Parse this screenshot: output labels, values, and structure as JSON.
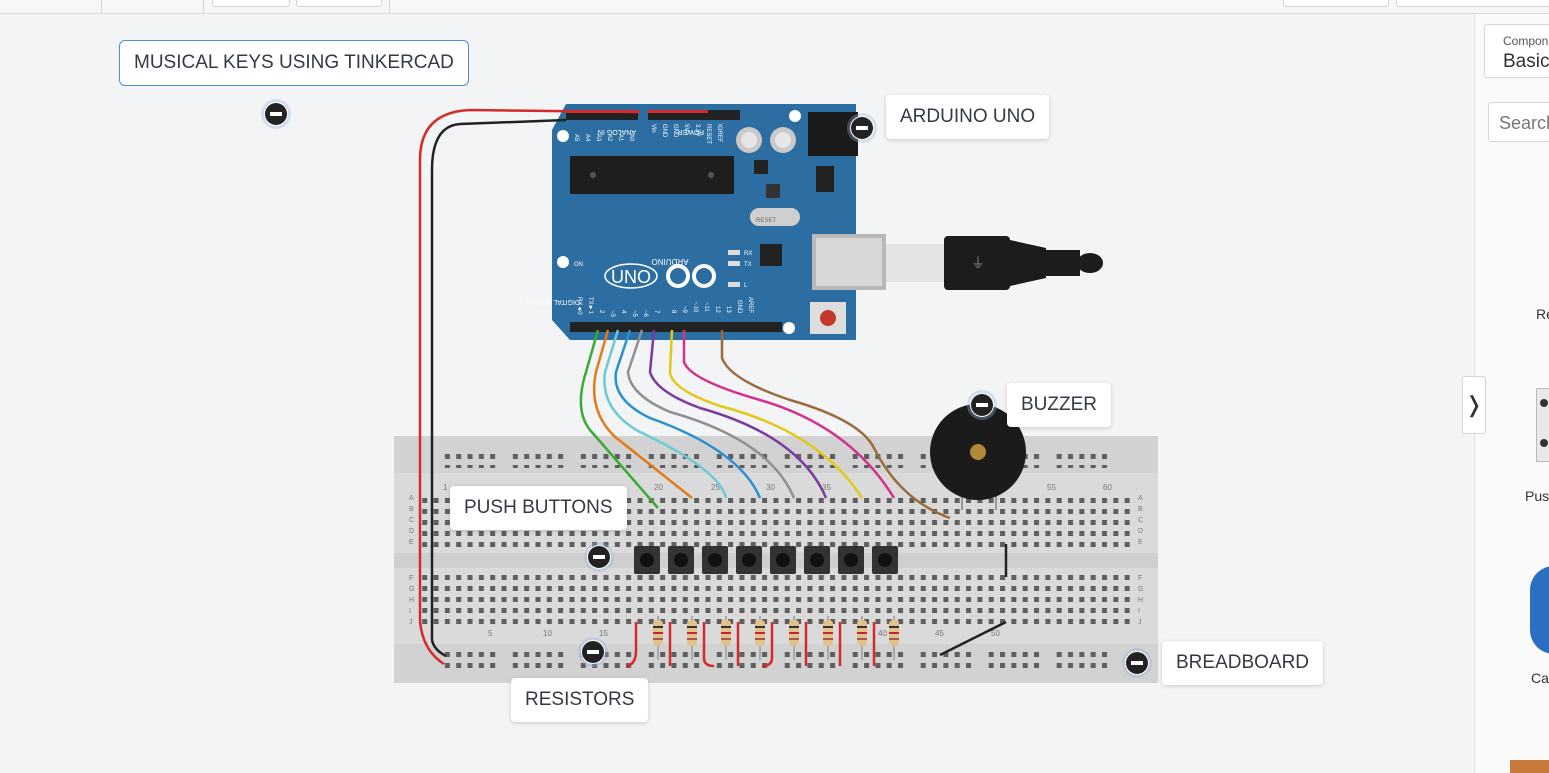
{
  "callouts": {
    "title": "MUSICAL KEYS USING TINKERCAD",
    "arduino": "ARDUINO UNO",
    "buzzer": "BUZZER",
    "push_buttons": "PUSH BUTTONS",
    "resistors": "RESISTORS",
    "breadboard": "BREADBOARD"
  },
  "board": {
    "analog_header": "ANALOG IN",
    "power_header": "POWER",
    "analog_pins": [
      "A5",
      "A4",
      "A3",
      "A2",
      "A1",
      "A0"
    ],
    "power_pins": [
      "Vin",
      "GND",
      "GND",
      "5V",
      "3.3V",
      "RESET",
      "IOREF"
    ],
    "digital_header": "DIGITAL (PWM~)",
    "digital_pins": [
      "RX◄0",
      "TX►1",
      "2",
      "~3",
      "4",
      "~5",
      "~6",
      "7",
      "8",
      "~9",
      "~10",
      "~11",
      "12",
      "13",
      "GND",
      "AREF"
    ],
    "brand": "ARDUINO",
    "model": "UNO",
    "reset": "RESET",
    "on": "ON",
    "led_labels": [
      "RX",
      "TX",
      "L"
    ]
  },
  "breadboard": {
    "column_numbers": [
      "1",
      "5",
      "10",
      "15",
      "20",
      "25",
      "30",
      "35",
      "40",
      "45",
      "50",
      "55",
      "60"
    ],
    "row_letters_top": [
      "A",
      "B",
      "C",
      "D",
      "E"
    ],
    "row_letters_bottom": [
      "F",
      "G",
      "H",
      "I",
      "J"
    ]
  },
  "sidebar": {
    "select_label": "Compon",
    "select_value": "Basic",
    "search_placeholder": "Search",
    "parts": [
      "Re",
      "Pus",
      "Ca"
    ]
  },
  "colors": {
    "board_blue": "#2c6ea1",
    "wire_red": "#d42a2a",
    "wire_black": "#222222",
    "accent_blue": "#4d8ed8"
  },
  "icons": {
    "collapse": "chevron-right-icon",
    "minimize": "minus-circle-icon"
  }
}
